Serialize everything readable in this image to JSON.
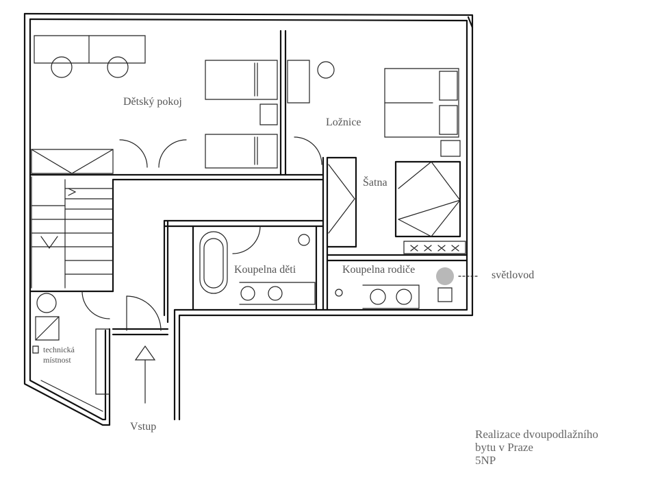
{
  "rooms": {
    "children": "Dětský pokoj",
    "bedroom": "Ložnice",
    "wardrobe": "Šatna",
    "bath_children": "Koupelna děti",
    "bath_parents": "Koupelna rodiče",
    "technical_line1": "technická",
    "technical_line2": "místnost",
    "entrance": "Vstup"
  },
  "annotations": {
    "skylight": "světlovod"
  },
  "title_block": {
    "line1": "Realizace dvoupodlažního",
    "line2": "bytu v Praze",
    "line3": "5NP"
  },
  "colors": {
    "walls": "#111111",
    "labels": "#555555",
    "skylight": "#b8b8b8"
  }
}
